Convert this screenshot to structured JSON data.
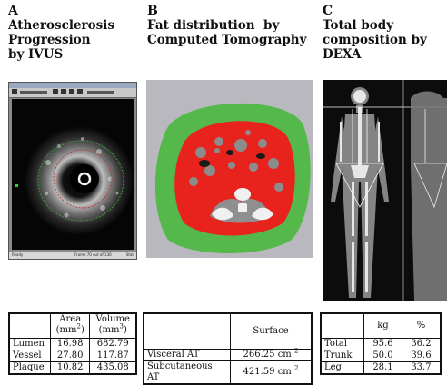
{
  "panels": {
    "a": {
      "letter": "A",
      "title_lines": [
        "Atherosclerosis",
        "Progression",
        "by IVUS"
      ]
    },
    "b": {
      "letter": "B",
      "title_lines": [
        "Fat distribution  by",
        "Computed Tomography"
      ]
    },
    "c": {
      "letter": "C",
      "title_lines": [
        "Total body",
        "composition by",
        "DEXA"
      ]
    }
  },
  "ivus_window": {
    "status_left": "Ready",
    "status_mid": "Frame 70 out of 130",
    "status_right": "Stat"
  },
  "colors": {
    "ct_visceral_red": "#e8231e",
    "ct_subcutaneous_green": "#54b84a",
    "ct_tissue_gray": "#8c8c8c"
  },
  "table_ivus": {
    "headers": {
      "area": "Area",
      "area_unit": "(mm",
      "area_exp": "2",
      "area_close": ")",
      "volume": "Volume",
      "volume_unit": "(mm",
      "volume_exp": "3",
      "volume_close": ")"
    },
    "rows": [
      {
        "label": "Lumen",
        "area": "16.98",
        "volume": "682.79"
      },
      {
        "label": "Vessel",
        "area": "27.80",
        "volume": "117.87"
      },
      {
        "label": "Plaque",
        "area": "10.82",
        "volume": "435.08"
      }
    ]
  },
  "table_ct": {
    "header": "Surface",
    "rows": [
      {
        "label": "Visceral AT",
        "value": "266.25 cm",
        "exp": "2"
      },
      {
        "label": "Subcutaneous AT",
        "value": "421.59 cm",
        "exp": "2"
      }
    ]
  },
  "table_dexa": {
    "headers": {
      "kg": "kg",
      "pct": "%"
    },
    "rows": [
      {
        "label": "Total",
        "kg": "95.6",
        "pct": "36.2"
      },
      {
        "label": "Trunk",
        "kg": "50.0",
        "pct": "39.6"
      },
      {
        "label": "Leg",
        "kg": "28.1",
        "pct": "33.7"
      }
    ]
  }
}
